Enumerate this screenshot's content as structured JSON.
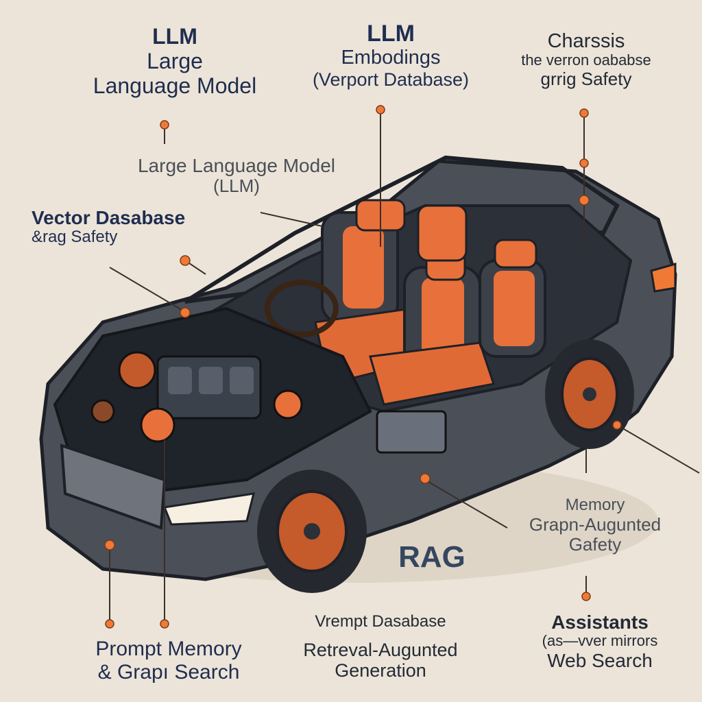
{
  "labels": {
    "top_left": [
      "LLM",
      "Large",
      "Language Model"
    ],
    "top_center": [
      "LLM",
      "Embodings",
      "(Verport Database)"
    ],
    "top_right": [
      "Charssis",
      "the verron oababse",
      "grrig Safety"
    ],
    "mid_left_llm": [
      "Large Language Model",
      "(LLM)"
    ],
    "mid_left_vector": [
      "Vector Dasabase",
      "&rag Safety"
    ],
    "right_memory": [
      "Memory",
      "Grapn-Augunted",
      "Gafety"
    ],
    "rag": "RAG",
    "bottom_left": [
      "Prompt Memory",
      "& Grapı Search"
    ],
    "bottom_center": [
      "Vrempt Dasabase",
      "Retreval-Augunted",
      "Generation"
    ],
    "bottom_right": [
      "Assistants",
      "(as—vver mirrors",
      "Web Search"
    ]
  },
  "colors": {
    "background": "#ece4d8",
    "body": "#4b4f57",
    "body_dark": "#2c3038",
    "seat_orange": "#e8703a",
    "accent_orange": "#f07a35",
    "tire": "#25282e",
    "text": "#232a36"
  }
}
